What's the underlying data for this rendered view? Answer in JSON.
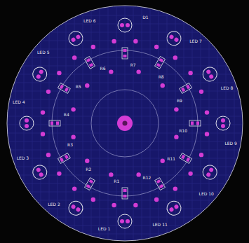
{
  "diagram": {
    "labels": [
      "LED 1",
      "LED 2",
      "LED 3",
      "LED 4",
      "LED 5",
      "LED 6",
      "D1",
      "LED 7",
      "LED 8",
      "LED 9",
      "LED 10",
      "LED 11",
      "R1",
      "R2",
      "R3",
      "R4",
      "R5",
      "R6",
      "R7",
      "R8",
      "R9",
      "R10",
      "R11",
      "R12"
    ]
  }
}
